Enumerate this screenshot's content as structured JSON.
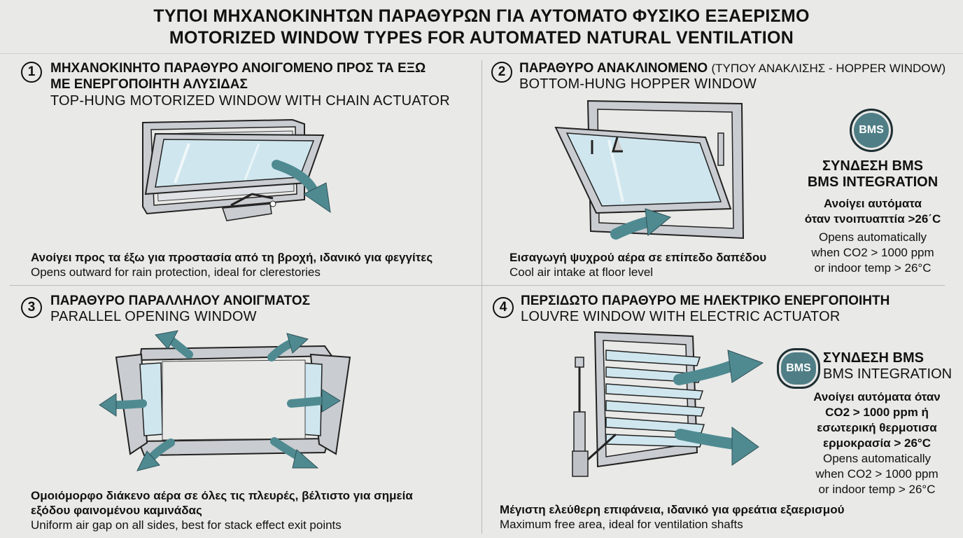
{
  "title": {
    "greek": "ΤΥΠΟΙ ΜΗΧΑΝΟΚΙΝΗΤΩΝ ΠΑΡΑΘΥΡΩΝ ΓΙΑ ΑΥΤΟΜΑΤΟ ΦΥΣΙΚΟ ΕΞΑΕΡΙΣΜΟ",
    "english": "MOTORIZED WINDOW TYPES FOR AUTOMATED NATURAL VENTILATION"
  },
  "panels": [
    {
      "number": "1",
      "greek_title_line1": "ΜΗΧΑΝΟΚΙΝΗΤΟ ΠΑΡΑΘΥΡΟ ΑΝΟΙΓΟΜΕΝΟ ΠΡΟΣ ΤΑ ΕΞΩ",
      "greek_title_line2": "ΜΕ ΕΝΕΡΓΟΠΟΙΗΤΗ ΑΛΥΣΙΔΑΣ",
      "english_title": "TOP-HUNG MOTORIZED WINDOW WITH CHAIN ACTUATOR",
      "caption_greek": "Ανοίγει προς τα έξω για προστασία από τη βροχή, ιδανικό για φεγγίτες",
      "caption_english": "Opens outward for rain protection, ideal for clerestories"
    },
    {
      "number": "2",
      "greek_title": "ΠΑΡΑΘΥΡΟ ΑΝΑΚΛΙΝΟΜΕΝΟ",
      "greek_title_note": "(ΤΥΠΟΥ ΑΝΑΚΛΙΣΗΣ - HOPPER WINDOW)",
      "english_title": "BOTTOM-HUNG HOPPER WINDOW",
      "caption_greek": "Εισαγωγή ψυχρού αέρα σε επίπεδο δαπέδου",
      "caption_english": "Cool air intake at floor level",
      "bms": {
        "badge": "BMS",
        "title_greek": "ΣΥΝΔΕΣΗ BMS",
        "title_english": "BMS INTEGRATION",
        "greek_line1": "Ανοίγει αυτόματα",
        "greek_line2": "όταν τνοιπυαπτία >26΄C",
        "english_line1": "Opens automatically",
        "english_line2": "when CO2 > 1000 ppm",
        "english_line3": "or indoor temp > 26°C"
      }
    },
    {
      "number": "3",
      "greek_title": "ΠΑΡΑΘΥΡΟ ΠΑΡΑΛΛΗΛΟΥ ΑΝΟΙΓΜΑΤΟΣ",
      "english_title": "PARALLEL OPENING WINDOW",
      "caption_greek_line1": "Ομοιόμορφο διάκενο αέρα σε όλες τις πλευρές, βέλτιστο για σημεία",
      "caption_greek_line2": "εξόδου φαινομένου καμινάδας",
      "caption_english": "Uniform air gap on all sides, best for stack effect exit points"
    },
    {
      "number": "4",
      "greek_title": "ΠΕΡΣΙΔΩΤΟ ΠΑΡΑΘΥΡΟ ΜΕ ΗΛΕΚΤΡΙΚΟ ΕΝΕΡΓΟΠΟΙΗΤΗ",
      "english_title": "LOUVRE WINDOW WITH ELECTRIC ACTUATOR",
      "caption_greek": "Μέγιστη ελεύθερη επιφάνεια, ιδανικό για φρεάτια εξαερισμού",
      "caption_english": "Maximum free area, ideal for ventilation shafts",
      "bms": {
        "badge": "BMS",
        "title_greek": "ΣΥΝΔΕΣΗ BMS",
        "title_english": "BMS INTEGRATION",
        "greek_line1": "Ανοίγει αυτόματα όταν",
        "greek_line2": "CO2 > 1000 ppm ή",
        "greek_line3": "εσωτερική θερμοτισα",
        "greek_line4": "ερμοκρασία > 26°C",
        "english_line1": "Opens automatically",
        "english_line2": "when CO2 > 1000 ppm",
        "english_line3": "or indoor temp > 26°C"
      }
    }
  ],
  "colors": {
    "arrow": "#4f8a91",
    "frame": "#c9ccd0",
    "glass": "#cfe6ee",
    "outline": "#222222"
  }
}
